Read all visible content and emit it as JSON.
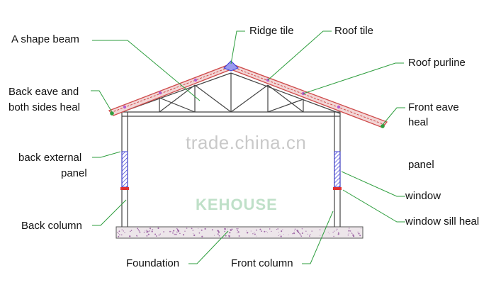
{
  "labels": {
    "a_shape_beam": "A shape beam",
    "ridge_tile": "Ridge tile",
    "roof_tile": "Roof tile",
    "roof_purline": "Roof purline",
    "back_eave_line1": "Back eave and",
    "back_eave_line2": "both sides heal",
    "front_eave_line1": "Front eave",
    "front_eave_line2": "heal",
    "back_external_line1": "back external",
    "back_external_line2": "panel",
    "front_panel": "panel",
    "window": "window",
    "back_column": "Back column",
    "window_sill_heal": "window sill heal",
    "foundation": "Foundation",
    "front_column": "Front column"
  },
  "watermark": {
    "site": "trade.china.cn",
    "brand": "KEHOUSE"
  },
  "colors": {
    "leader": "#2e9e3e",
    "roof_tile": "#cf4b4b",
    "frame": "#444444",
    "window_panel": "#3a3ad8",
    "sill": "#e03030",
    "foundation_fill": "#ede6ea",
    "foundation_dots": "#a06aa8"
  }
}
